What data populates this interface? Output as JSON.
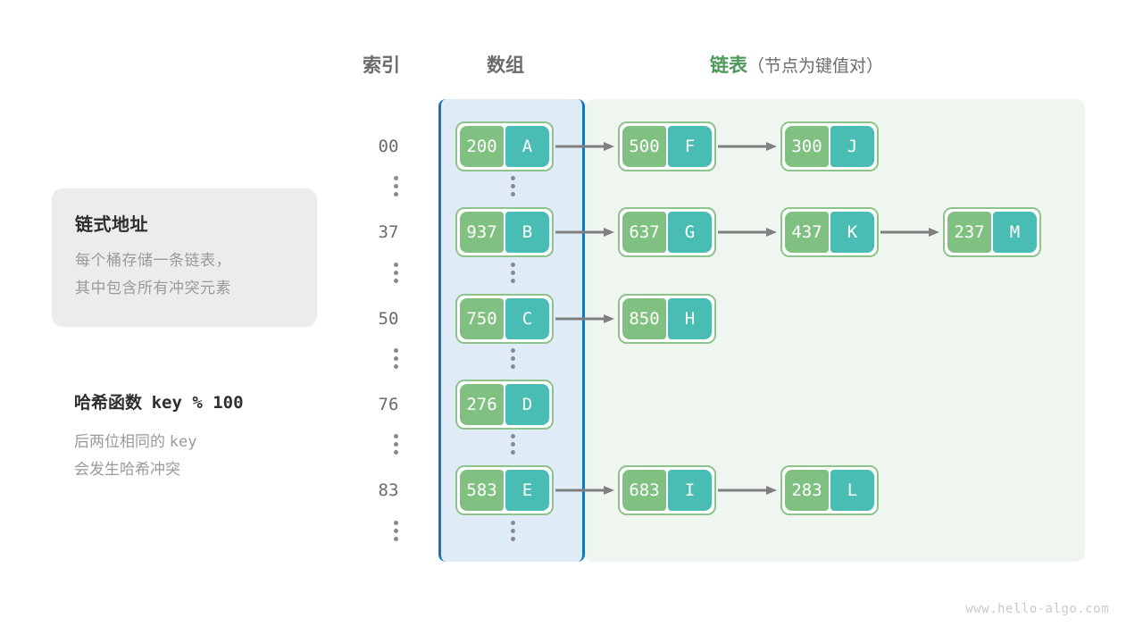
{
  "headers": {
    "index": "索引",
    "array": "数组",
    "list_main": "链表",
    "list_paren": "（节点为键值对）"
  },
  "info_card": {
    "title": "链式地址",
    "line1": "每个桶存储一条链表，",
    "line2": "其中包含所有冲突元素"
  },
  "hash_note": {
    "title_label": "哈希函数",
    "title_expr": "key % 100",
    "line1_text": "后两位相同的",
    "line1_mono": "key",
    "line2": "会发生哈希冲突"
  },
  "colors": {
    "key_green": "#80c182",
    "value_teal": "#49bdb4",
    "node_border": "#8cc48c",
    "array_region_bg": "#dfecf7",
    "array_region_border": "#1676bd",
    "list_region_bg": "#eff6ef",
    "arrow_gray": "#808080",
    "header_green": "#4c9a5a",
    "header_gray": "#6b6b6b",
    "card_bg": "#ececec"
  },
  "buckets": [
    {
      "index": "00",
      "nodes": [
        {
          "key": "200",
          "value": "A"
        },
        {
          "key": "500",
          "value": "F"
        },
        {
          "key": "300",
          "value": "J"
        }
      ]
    },
    {
      "index": "37",
      "nodes": [
        {
          "key": "937",
          "value": "B"
        },
        {
          "key": "637",
          "value": "G"
        },
        {
          "key": "437",
          "value": "K"
        },
        {
          "key": "237",
          "value": "M"
        }
      ]
    },
    {
      "index": "50",
      "nodes": [
        {
          "key": "750",
          "value": "C"
        },
        {
          "key": "850",
          "value": "H"
        }
      ]
    },
    {
      "index": "76",
      "nodes": [
        {
          "key": "276",
          "value": "D"
        }
      ]
    },
    {
      "index": "83",
      "nodes": [
        {
          "key": "583",
          "value": "E"
        },
        {
          "key": "683",
          "value": "I"
        },
        {
          "key": "283",
          "value": "L"
        }
      ]
    }
  ],
  "ellipsis_count": 6,
  "watermark": "www.hello-algo.com"
}
